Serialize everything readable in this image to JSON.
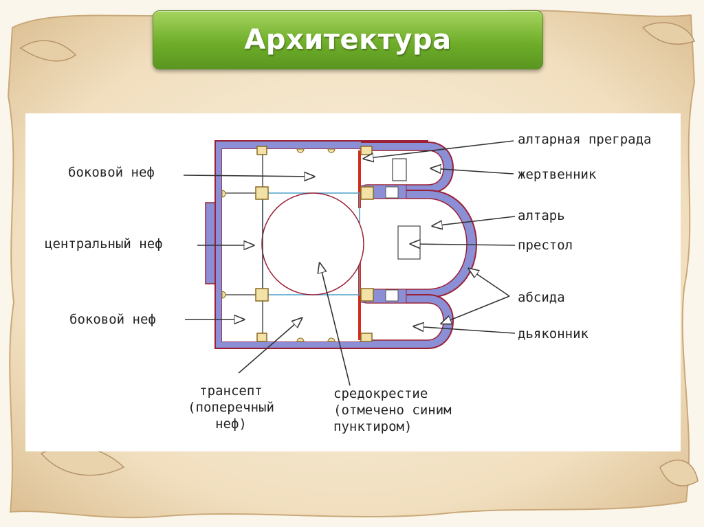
{
  "slide": {
    "title": "Архитектура"
  },
  "diagram": {
    "labels": {
      "altar_barrier": "алтарная преграда",
      "prothesis": "жертвенник",
      "altar": "алтарь",
      "throne": "престол",
      "apse": "абсида",
      "diaconicon": "дьяконник",
      "side_nave_top": "боковой неф",
      "central_nave": "центральный неф",
      "side_nave_bottom": "боковой неф",
      "transept_line1": "трансепт",
      "transept_line2": "(поперечный",
      "transept_line3": "неф)",
      "crossing_line1": "средокрестие",
      "crossing_line2": "(отмечено синим",
      "crossing_line3": "пунктиром)"
    },
    "colors": {
      "wall_fill": "#8a8fd6",
      "wall_outline": "#9b2035",
      "barrier": "#d42a1c",
      "pillar": "#f2e2a8",
      "crossing": "#4aa0c8"
    }
  }
}
